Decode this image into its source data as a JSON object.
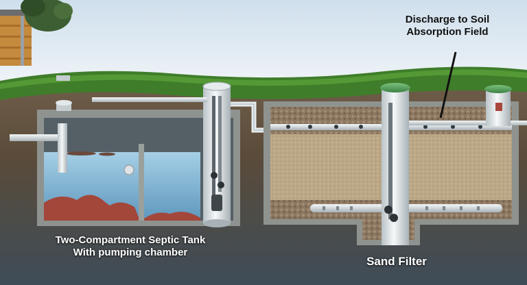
{
  "labels": {
    "septic_line1": "Two-Compartment Septic Tank",
    "septic_line2": "With pumping chamber",
    "sand_filter": "Sand Filter",
    "discharge_line1": "Discharge to Soil",
    "discharge_line2": "Absorption Field"
  },
  "colors": {
    "sky": "#dfeaf3",
    "grass": "#3f7d2a",
    "soil": "#5e4e3d",
    "concrete": "#8f938f",
    "water": "#7fb5d3",
    "sludge": "#a3473b",
    "sand": "#b8a584",
    "gravel": "#8b7760",
    "pipe": "#e7ecee",
    "lid": "#5aa55e"
  }
}
